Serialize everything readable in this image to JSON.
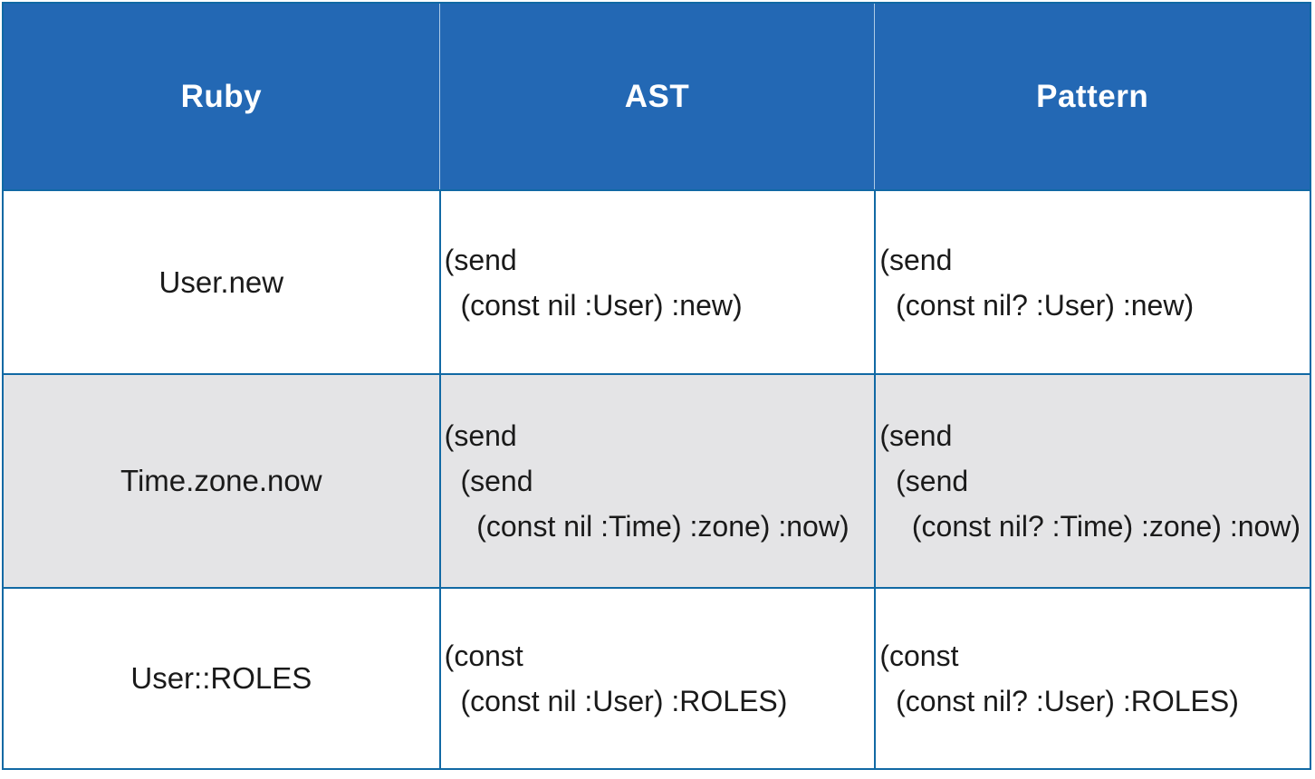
{
  "table": {
    "columns": [
      {
        "label": "Ruby"
      },
      {
        "label": "AST"
      },
      {
        "label": "Pattern"
      }
    ],
    "rows": [
      {
        "ruby": "User.new",
        "ast": "(send\n  (const nil :User) :new)",
        "pattern": "(send\n  (const nil? :User) :new)"
      },
      {
        "ruby": "Time.zone.now",
        "ast": "(send\n  (send\n    (const nil :Time) :zone) :now)",
        "pattern": "(send\n  (send\n    (const nil? :Time) :zone) :now)"
      },
      {
        "ruby": "User::ROLES",
        "ast": "(const\n  (const nil :User) :ROLES)",
        "pattern": "(const\n  (const nil? :User) :ROLES)"
      }
    ],
    "colors": {
      "header_bg": "#2368B4",
      "header_text": "#FFFFFF",
      "border": "#1169A4",
      "header_divider": "#AECBE6",
      "alt_row_bg": "#E4E4E6",
      "cell_text": "#1A1A1A"
    }
  }
}
